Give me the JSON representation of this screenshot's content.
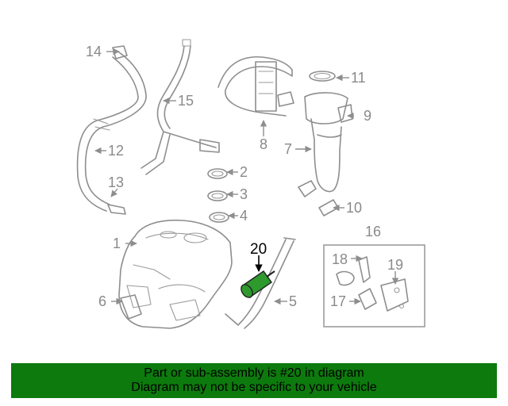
{
  "callouts": {
    "c1": "1",
    "c2": "2",
    "c3": "3",
    "c4": "4",
    "c5": "5",
    "c6": "6",
    "c7": "7",
    "c8": "8",
    "c9": "9",
    "c10": "10",
    "c11": "11",
    "c12": "12",
    "c13": "13",
    "c14": "14",
    "c15": "15",
    "c16": "16",
    "c17": "17",
    "c18": "18",
    "c19": "19",
    "c20": "20"
  },
  "highlight": {
    "part_number": "20",
    "color": "#2e9a2e"
  },
  "banner": {
    "line1": "Part or sub-assembly is #20 in diagram",
    "line2": "Diagram may not be specific to your vehicle",
    "background": "#0d7a0d"
  }
}
